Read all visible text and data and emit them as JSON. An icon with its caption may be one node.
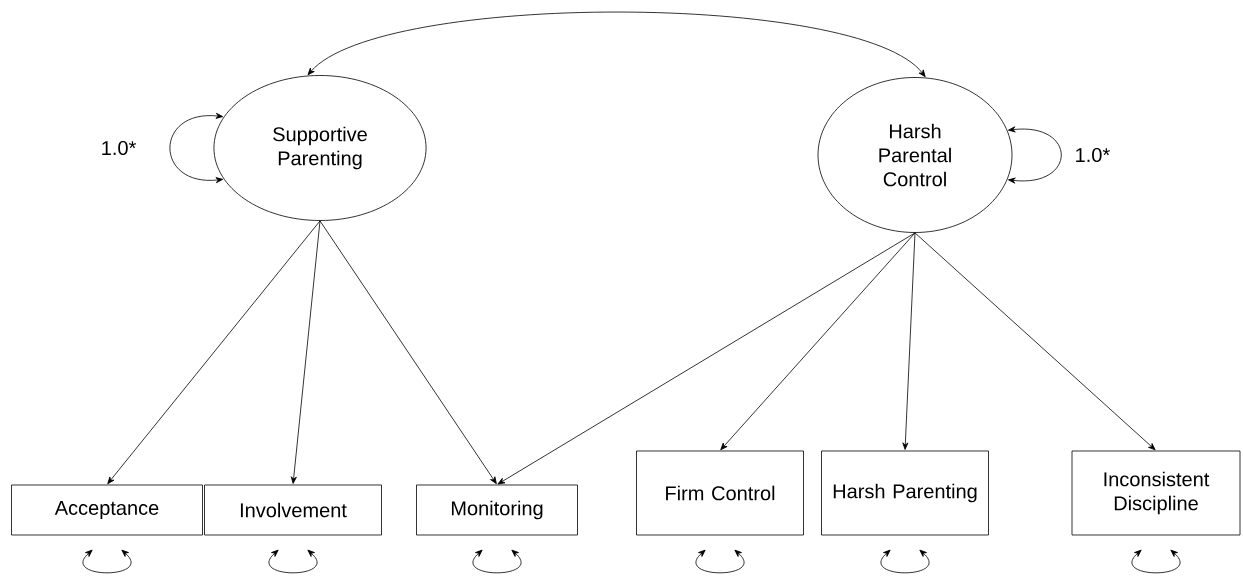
{
  "diagram": {
    "nodes": [
      {
        "text": [
          "Supportive Parenting"
        ]
      },
      {
        "text": [
          "Harsh Parental Control"
        ]
      },
      {
        "text": [
          "Acceptance"
        ]
      },
      {
        "text": [
          "Involvement"
        ]
      },
      {
        "text": [
          "Monitoring"
        ]
      },
      {
        "text": [
          "Firm Control"
        ]
      },
      {
        "text": [
          "Harsh Parenting"
        ]
      },
      {
        "text": [
          "Inconsistent Discipline"
        ]
      }
    ],
    "edges": [
      {
        "from": 0,
        "to": 1,
        "arrow": "both"
      },
      {
        "from": 0,
        "to": 0,
        "arrow": "both",
        "label": "1.0*"
      },
      {
        "from": 1,
        "to": 1,
        "arrow": "both",
        "label": "1.0*"
      },
      {
        "from": 0,
        "to": 2,
        "arrow": "to"
      },
      {
        "from": 0,
        "to": 3,
        "arrow": "to"
      },
      {
        "from": 0,
        "to": 4,
        "arrow": "to"
      },
      {
        "from": 1,
        "to": 4,
        "arrow": "to"
      },
      {
        "from": 1,
        "to": 5,
        "arrow": "to"
      },
      {
        "from": 1,
        "to": 6,
        "arrow": "to"
      },
      {
        "from": 1,
        "to": 7,
        "arrow": "to"
      },
      {
        "from": 2,
        "to": 2,
        "arrow": "both"
      },
      {
        "from": 3,
        "to": 3,
        "arrow": "both"
      },
      {
        "from": 4,
        "to": 4,
        "arrow": "both"
      },
      {
        "from": 5,
        "to": 5,
        "arrow": "both"
      },
      {
        "from": 6,
        "to": 6,
        "arrow": "both"
      },
      {
        "from": 7,
        "to": 7,
        "arrow": "both"
      }
    ]
  }
}
